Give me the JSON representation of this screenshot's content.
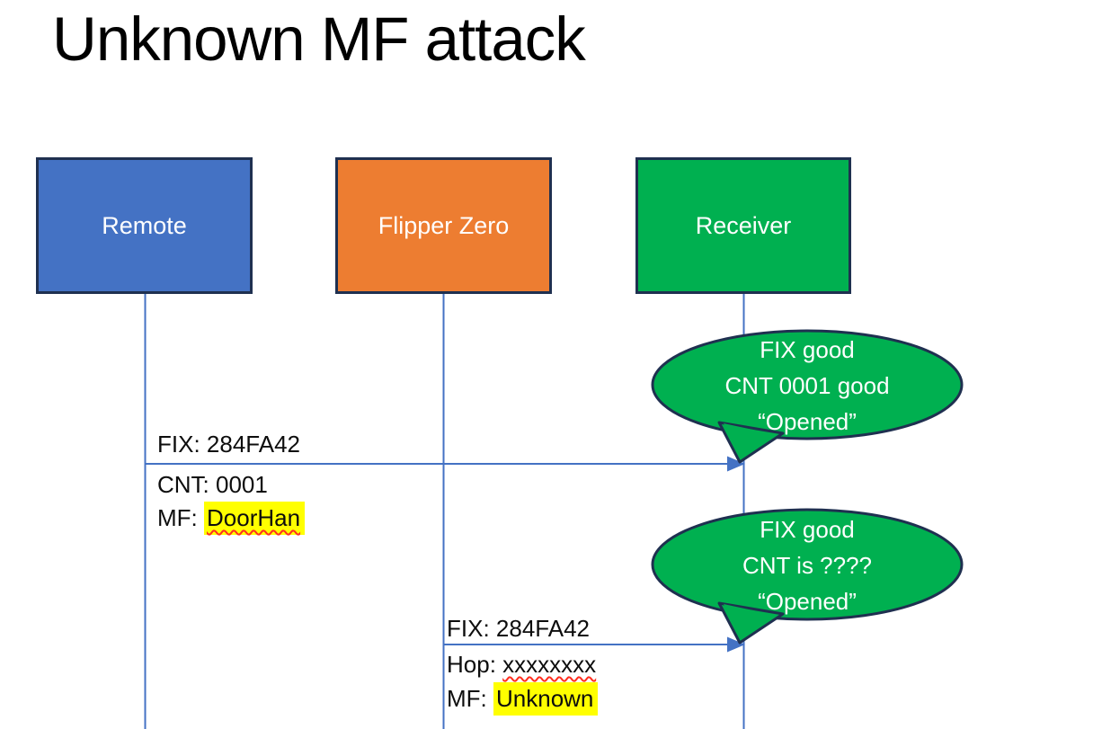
{
  "slide_title": "Unknown MF attack",
  "actors": [
    {
      "label": "Remote",
      "fill": "#4472C4"
    },
    {
      "label": "Flipper Zero",
      "fill": "#ED7D31"
    },
    {
      "label": "Receiver",
      "fill": "#00B050"
    }
  ],
  "messages": [
    {
      "from": "Remote",
      "to": "Receiver",
      "line1": "FIX: 284FA42",
      "line2": "CNT: 0001",
      "line3_prefix": "MF: ",
      "line3_value": "DoorHan"
    },
    {
      "from": "Flipper Zero",
      "to": "Receiver",
      "line1": "FIX: 284FA42",
      "line2_prefix": "Hop: ",
      "line2_value": "xxxxxxxx",
      "line3_prefix": "MF: ",
      "line3_value": "Unknown"
    }
  ],
  "callouts": [
    {
      "line1": "FIX good",
      "line2": "CNT 0001 good",
      "line3": "“Opened”"
    },
    {
      "line1": "FIX good",
      "line2": "CNT is ????",
      "line3": "“Opened”"
    }
  ],
  "colors": {
    "remote_fill": "#4472C4",
    "flipper_zero_fill": "#ED7D31",
    "receiver_fill": "#00B050",
    "callout_fill": "#00B050",
    "shape_border": "#1F3050",
    "connector_blue": "#4472C4",
    "highlight_yellow": "#FFFF00",
    "spellcheck_red": "#FF2E1F",
    "title_color": "#000000"
  }
}
